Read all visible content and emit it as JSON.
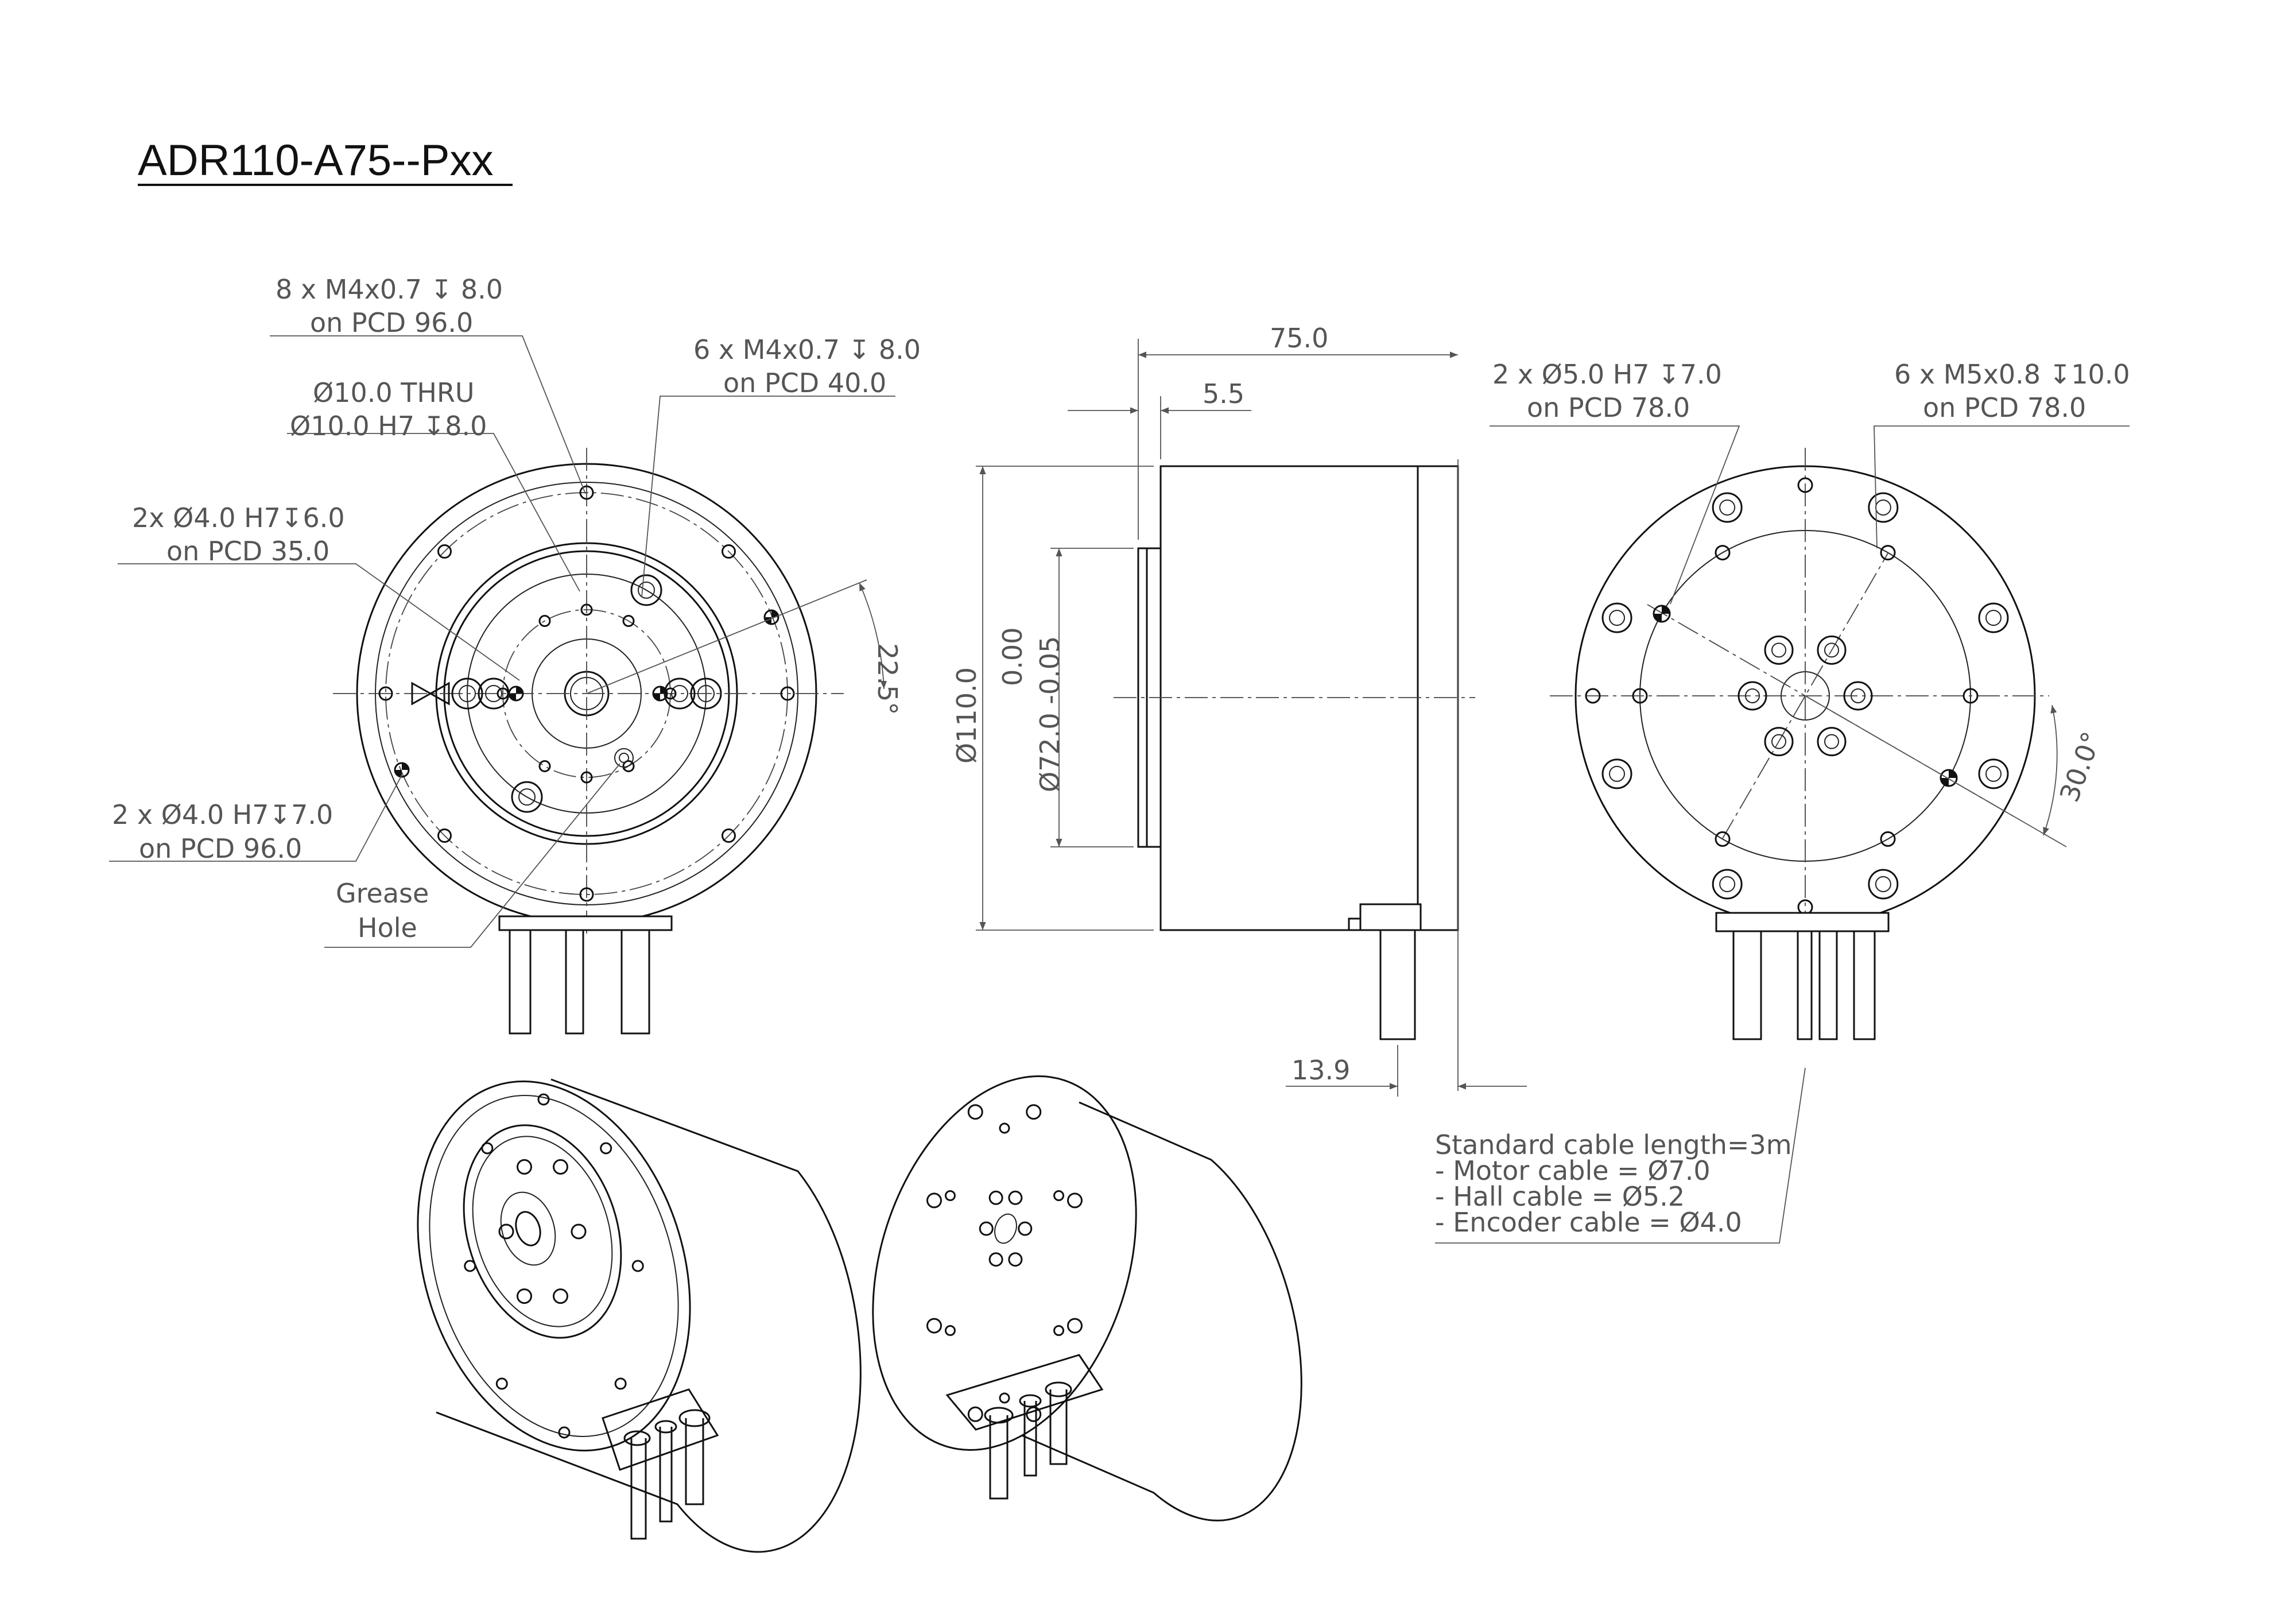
{
  "title": "ADR110-A75--Pxx",
  "front_view": {
    "callout_8x_line1": "8 x M4x0.7 ↧ 8.0",
    "callout_8x_line2": "on PCD 96.0",
    "callout_6x_line1": "6 x M4x0.7 ↧ 8.0",
    "callout_6x_line2": "on PCD 40.0",
    "callout_thru_line1": "Ø10.0 THRU",
    "callout_thru_line2": "Ø10.0 H7 ↧8.0",
    "callout_2x35_line1": "2x Ø4.0 H7↧6.0",
    "callout_2x35_line2": "on PCD 35.0",
    "callout_2x96_line1": "2 x Ø4.0 H7↧7.0",
    "callout_2x96_line2": "on PCD 96.0",
    "grease_line1": "Grease",
    "grease_line2": "Hole",
    "angle": "22.5°"
  },
  "side_view": {
    "length": "75.0",
    "flange": "5.5",
    "diameter": "Ø110.0",
    "pilot_tol": "0.00",
    "pilot": "Ø72.0 -0.05",
    "cable_offset": "13.9"
  },
  "rear_view": {
    "callout_2x_line1": "2 x Ø5.0 H7 ↧7.0",
    "callout_2x_line2": "on PCD 78.0",
    "callout_6x_line1": "6 x M5x0.8 ↧10.0",
    "callout_6x_line2": "on PCD 78.0",
    "angle": "30.0°"
  },
  "cable_note": {
    "line1": "Standard cable length=3m",
    "line2": "- Motor cable = Ø7.0",
    "line3": "- Hall cable = Ø5.2",
    "line4": "- Encoder cable = Ø4.0"
  }
}
